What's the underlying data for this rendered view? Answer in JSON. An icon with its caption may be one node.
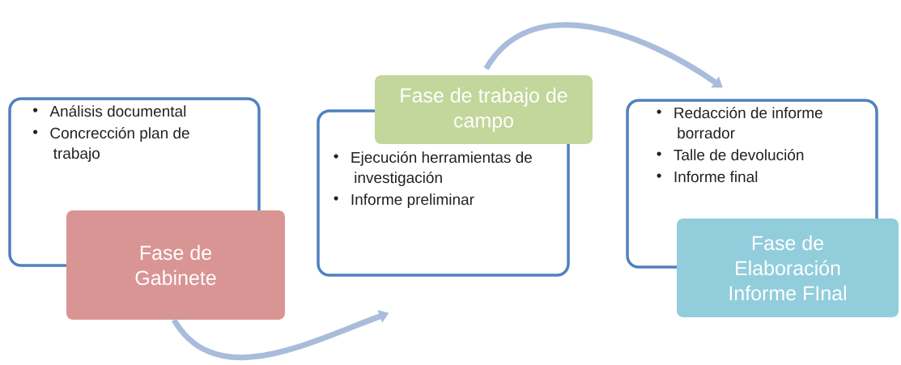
{
  "diagram": {
    "nodes": [
      {
        "text": [
          "Análisis documental",
          "Concrección plan de trabajo"
        ]
      },
      {
        "text": [
          "Fase de Gabinete"
        ]
      },
      {
        "text": [
          "Fase de trabajo de campo"
        ]
      },
      {
        "text": [
          "Ejecución herramientas de investigación",
          "Informe preliminar"
        ]
      },
      {
        "text": [
          "Redacción de informe borrador",
          "Talle de devolución",
          "Informe final"
        ]
      },
      {
        "text": [
          "Fase de Elaboración Informe FInal"
        ]
      }
    ],
    "edges": [
      {
        "from": 1,
        "to": 3,
        "arrow": "to"
      },
      {
        "from": 2,
        "to": 4,
        "arrow": "to"
      }
    ]
  }
}
